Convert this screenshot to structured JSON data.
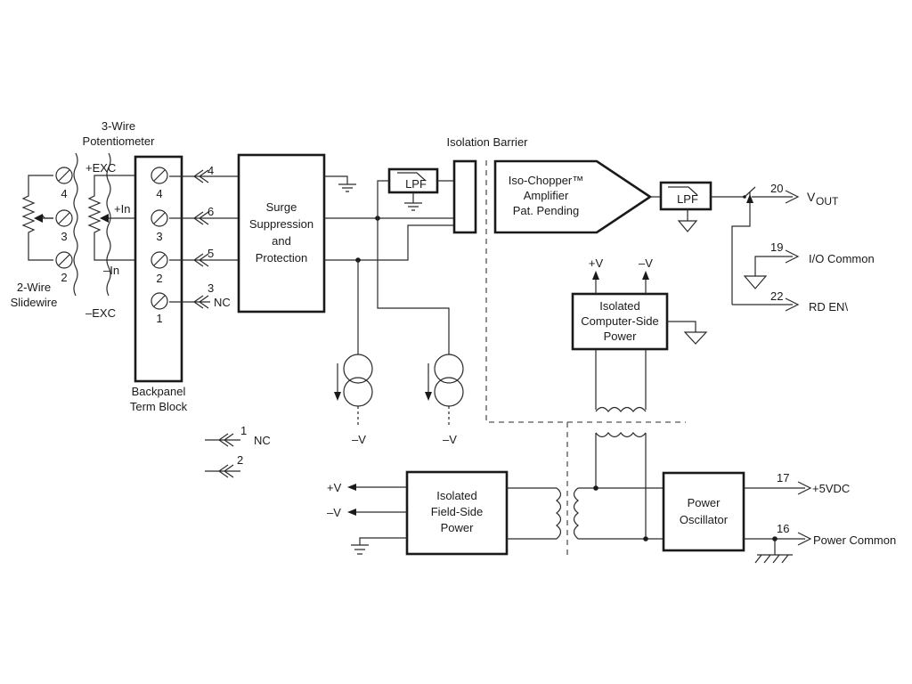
{
  "labels": {
    "three_wire_line1": "3-Wire",
    "three_wire_line2": "Potentiometer",
    "two_wire_line1": "2-Wire",
    "two_wire_line2": "Slidewire",
    "plus_exc": "+EXC",
    "plus_in": "+In",
    "minus_in": "–In",
    "minus_exc": "–EXC",
    "backpanel_line1": "Backpanel",
    "backpanel_line2": "Term Block",
    "isolation_barrier": "Isolation Barrier",
    "nc": "NC",
    "minus_v": "–V",
    "plus_v": "+V",
    "lpf": "LPF",
    "vout_main": "V",
    "vout_sub": "OUT",
    "io_common": "I/O Common",
    "rd_en": "RD EN\\",
    "plus_5vdc": "+5VDC",
    "power_common": "Power Common"
  },
  "pot_terminals": [
    "4",
    "3",
    "2"
  ],
  "term_block_numbers": [
    "4",
    "3",
    "2",
    "1"
  ],
  "wire_numbers": {
    "w4": "4",
    "w6": "6",
    "w5": "5",
    "w3": "3",
    "w1": "1",
    "w2": "2",
    "p20": "20",
    "p19": "19",
    "p22": "22",
    "p17": "17",
    "p16": "16"
  },
  "blocks": {
    "surge": [
      "Surge",
      "Suppression",
      "and",
      "Protection"
    ],
    "iso_chopper": [
      "Iso-Chopper™",
      "Amplifier",
      "Pat. Pending"
    ],
    "computer_power": [
      "Isolated",
      "Computer-Side",
      "Power"
    ],
    "field_power": [
      "Isolated",
      "Field-Side",
      "Power"
    ],
    "oscillator": [
      "Power",
      "Oscillator"
    ]
  }
}
